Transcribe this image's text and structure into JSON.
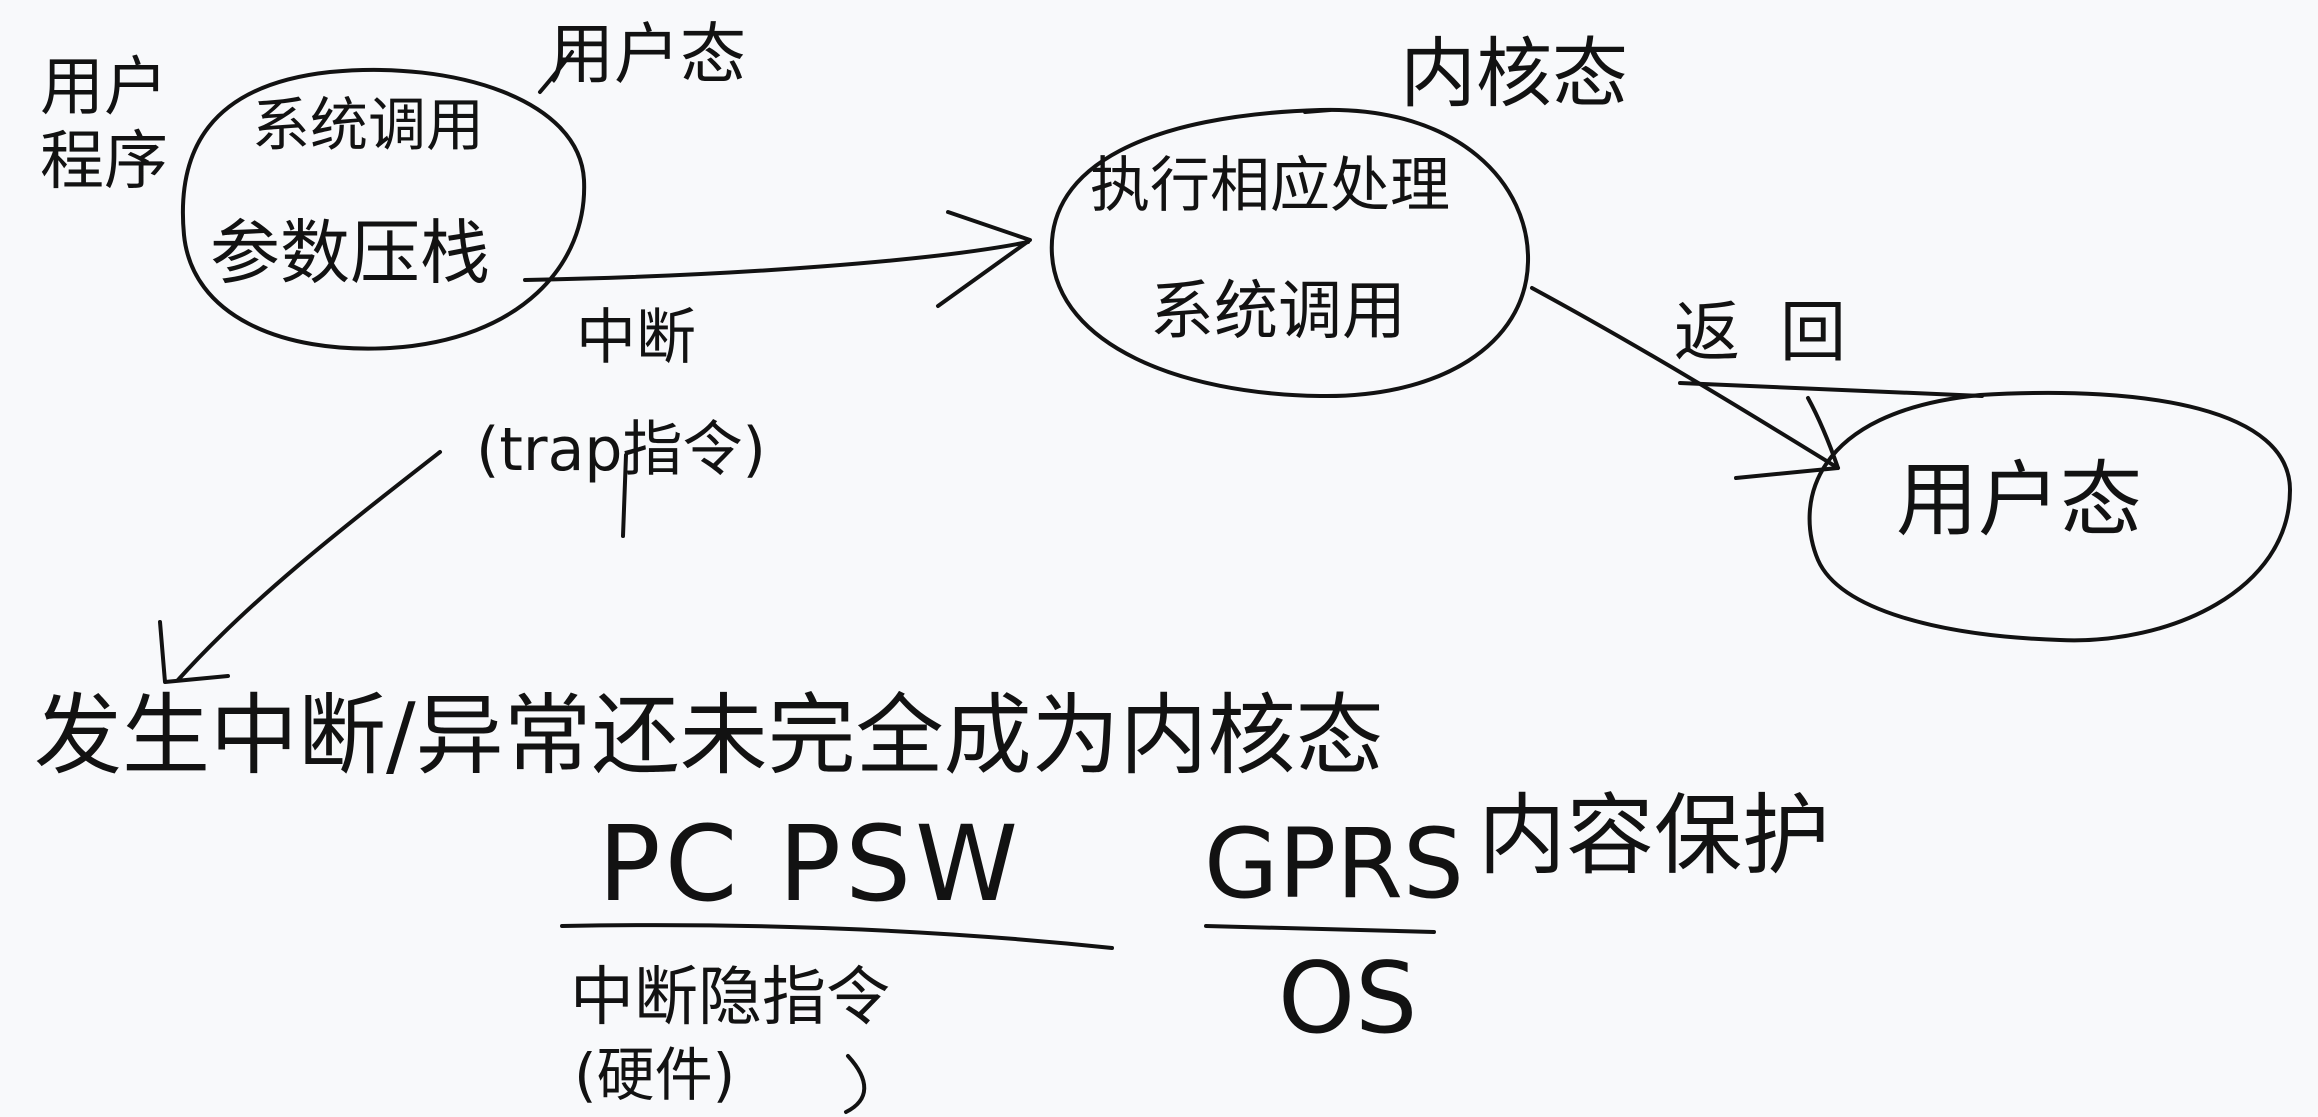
{
  "labels": {
    "user_program": "用户程序",
    "user_mode_top": "用户态",
    "syscall_left": "系统调用",
    "param_stack": "参数压栈",
    "kernel_mode": "内核态",
    "exec_handler": "执行相应处理",
    "syscall_right": "系统调用",
    "interrupt": "中断",
    "trap_instr": "(trap指令)",
    "return_label": "返回",
    "user_mode_right": "用户态",
    "main_sentence": "发生中断/异常还未完全成为内核态",
    "pc_psw": "PC PSW",
    "gprs": "GPRS",
    "content_protect": "内容保护",
    "interrupt_hidden_instr": "中断隐指令",
    "hardware": "(硬件)",
    "os": "OS"
  },
  "colors": {
    "ink": "#121212",
    "paper": "#f8f9fb"
  }
}
